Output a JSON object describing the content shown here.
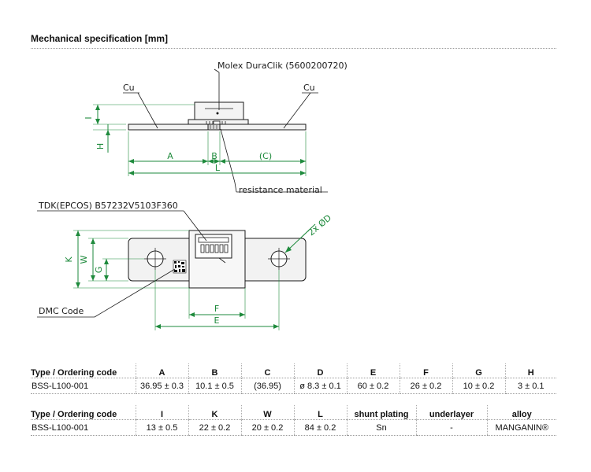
{
  "section_title": "Mechanical specification [mm]",
  "drawing": {
    "connector_label": "Molex DuraClik (5600200720)",
    "cu_left": "Cu",
    "cu_right": "Cu",
    "dim_i": "I",
    "dim_h": "H",
    "dim_a": "A",
    "dim_b": "B",
    "dim_c": "(C)",
    "dim_l": "L",
    "resistance_label": "resistance material",
    "tdk_label": "TDK(EPCOS) B57232V5103F360",
    "dim_k": "K",
    "dim_w": "W",
    "dim_g": "G",
    "dim_d": "2x ØD",
    "dim_f": "F",
    "dim_e": "E",
    "dmc_label": "DMC Code"
  },
  "table1": {
    "headers": [
      "Type / Ordering code",
      "A",
      "B",
      "C",
      "D",
      "E",
      "F",
      "G",
      "H"
    ],
    "row": [
      "BSS-L100-001",
      "36.95 ± 0.3",
      "10.1 ± 0.5",
      "(36.95)",
      "ø 8.3 ± 0.1",
      "60 ± 0.2",
      "26 ± 0.2",
      "10 ± 0.2",
      "3 ± 0.1"
    ]
  },
  "table2": {
    "headers": [
      "Type / Ordering code",
      "I",
      "K",
      "W",
      "L",
      "shunt plating",
      "underlayer",
      "alloy"
    ],
    "row": [
      "BSS-L100-001",
      "13 ± 0.5",
      "22 ± 0.2",
      "20 ± 0.2",
      "84 ± 0.2",
      "Sn",
      "-",
      "MANGANIN®"
    ]
  },
  "colors": {
    "dimension": "#1e8a3c",
    "outline": "#1a1a1a",
    "fill": "#f2f2f2"
  }
}
